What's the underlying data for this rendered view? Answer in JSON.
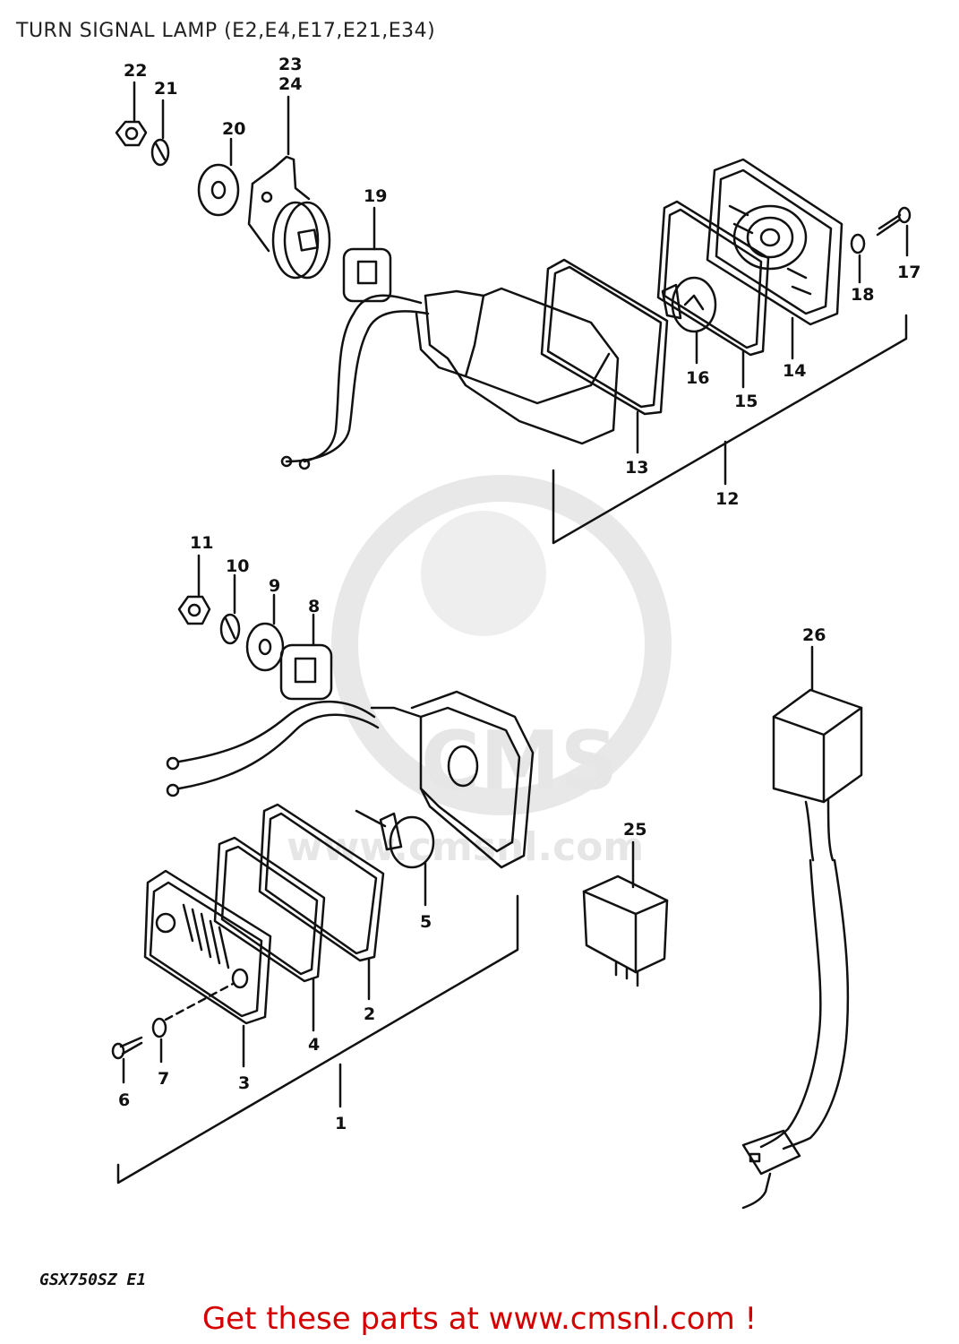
{
  "title": "TURN SIGNAL LAMP (E2,E4,E17,E21,E34)",
  "model_code": "GSX750SZ E1",
  "footer": "Get these parts at www.cmsnl.com !",
  "watermark": {
    "text": "www.cmsnl.com",
    "logo": "CMS"
  },
  "colors": {
    "footer_text": "#d40000",
    "line_art": "#111111",
    "watermark": "#e6e6e6"
  },
  "part_labels": [
    "1",
    "2",
    "3",
    "4",
    "5",
    "6",
    "7",
    "8",
    "9",
    "10",
    "11",
    "12",
    "13",
    "14",
    "15",
    "16",
    "17",
    "18",
    "19",
    "20",
    "21",
    "22",
    "23",
    "24",
    "25",
    "26"
  ]
}
